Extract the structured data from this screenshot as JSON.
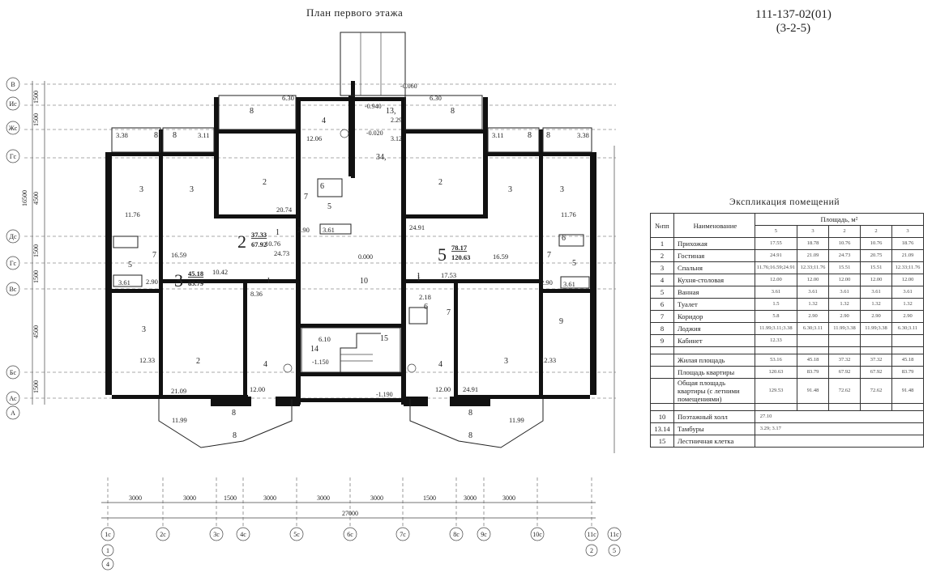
{
  "header": {
    "title": "План первого этажа",
    "series_line1": "111-137-02(01)",
    "series_line2": "(3-2-5)"
  },
  "plan": {
    "axis_rows": [
      "В",
      "Ис",
      "Жс",
      "Гс",
      "Дс",
      "Гс",
      "Вс",
      "Бс",
      "Ас",
      "А"
    ],
    "axis_cols": [
      "1с",
      "2с",
      "3с",
      "4с",
      "5с",
      "6с",
      "7с",
      "8с",
      "9с",
      "10с",
      "11с",
      "11с"
    ],
    "axis_bottom_circles": [
      "1",
      "4",
      "2",
      "5"
    ],
    "dims_vertical": [
      "1500",
      "1500",
      "4500",
      "16500",
      "1500",
      "1500",
      "4500",
      "1500"
    ],
    "dims_bottom": [
      "3000",
      "3000",
      "1500",
      "3000",
      "3000",
      "3000",
      "1500",
      "3000",
      "3000"
    ],
    "dim_total": "27000",
    "room_numbers": [
      {
        "id": "r8a",
        "t": "8"
      },
      {
        "id": "r4top",
        "t": "4"
      },
      {
        "id": "r13",
        "t": "13,"
      },
      {
        "id": "r8b",
        "t": "8"
      },
      {
        "id": "r8c",
        "t": "8"
      },
      {
        "id": "r8d",
        "t": "8"
      },
      {
        "id": "r8e",
        "t": "8"
      },
      {
        "id": "r8f",
        "t": "8"
      },
      {
        "id": "r3a",
        "t": "3"
      },
      {
        "id": "r3b",
        "t": "3"
      },
      {
        "id": "r2a",
        "t": "2"
      },
      {
        "id": "r7a",
        "t": "7"
      },
      {
        "id": "r6a",
        "t": "6"
      },
      {
        "id": "r5a",
        "t": "5"
      },
      {
        "id": "r34",
        "t": "34,"
      },
      {
        "id": "r2b",
        "t": "2"
      },
      {
        "id": "r3c",
        "t": "3"
      },
      {
        "id": "r3d",
        "t": "3"
      },
      {
        "id": "r1a",
        "t": "1"
      },
      {
        "id": "r1b",
        "t": "1"
      },
      {
        "id": "r5b",
        "t": "5"
      },
      {
        "id": "r7b",
        "t": "7"
      },
      {
        "id": "r6b",
        "t": "6"
      },
      {
        "id": "r7c",
        "t": "7"
      },
      {
        "id": "r5c",
        "t": "5"
      },
      {
        "id": "r1c",
        "t": "1"
      },
      {
        "id": "r10",
        "t": "10"
      },
      {
        "id": "r1d",
        "t": "1"
      },
      {
        "id": "r3e",
        "t": "3"
      },
      {
        "id": "r2c",
        "t": "2"
      },
      {
        "id": "r4a",
        "t": "4"
      },
      {
        "id": "r14",
        "t": "14"
      },
      {
        "id": "r15",
        "t": "15"
      },
      {
        "id": "r6c",
        "t": "6"
      },
      {
        "id": "r7d",
        "t": "7"
      },
      {
        "id": "r4b",
        "t": "4"
      },
      {
        "id": "r3f",
        "t": "3"
      },
      {
        "id": "r9",
        "t": "9"
      },
      {
        "id": "r8g",
        "t": "8"
      },
      {
        "id": "r8h",
        "t": "8"
      },
      {
        "id": "r8i",
        "t": "8"
      },
      {
        "id": "r8j",
        "t": "8"
      }
    ],
    "areas": [
      {
        "id": "a630l",
        "t": "6.30"
      },
      {
        "id": "a630r",
        "t": "6.30"
      },
      {
        "id": "a338l",
        "t": "3.38"
      },
      {
        "id": "a311l",
        "t": "3.11"
      },
      {
        "id": "a1206t",
        "t": "12.06"
      },
      {
        "id": "a311r",
        "t": "3.11"
      },
      {
        "id": "a338r",
        "t": "3.38"
      },
      {
        "id": "a1176l",
        "t": "11.76"
      },
      {
        "id": "a2074",
        "t": "20.74"
      },
      {
        "id": "a1176r",
        "t": "11.76"
      },
      {
        "id": "a2491t",
        "t": "24.91"
      },
      {
        "id": "a290a",
        "t": "2.90"
      },
      {
        "id": "a361a",
        "t": "3.61"
      },
      {
        "id": "a1659l",
        "t": "16.59"
      },
      {
        "id": "a1076",
        "t": "10.76"
      },
      {
        "id": "a2473",
        "t": "24.73"
      },
      {
        "id": "a1659r",
        "t": "16.59"
      },
      {
        "id": "a1042",
        "t": "10.42"
      },
      {
        "id": "a1753",
        "t": "17.53"
      },
      {
        "id": "a290b",
        "t": "2.90"
      },
      {
        "id": "a361b",
        "t": "3.61"
      },
      {
        "id": "a290c",
        "t": "2.90"
      },
      {
        "id": "a361c",
        "t": "3.61"
      },
      {
        "id": "a836",
        "t": "8.36"
      },
      {
        "id": "a218",
        "t": "2.18"
      },
      {
        "id": "a610",
        "t": "6.10"
      },
      {
        "id": "a1233l",
        "t": "12.33"
      },
      {
        "id": "a1233r",
        "t": "12.33"
      },
      {
        "id": "a2109",
        "t": "21.09"
      },
      {
        "id": "a1200a",
        "t": "12.00"
      },
      {
        "id": "a1200b",
        "t": "12.00"
      },
      {
        "id": "a2491b",
        "t": "24.91"
      },
      {
        "id": "a1199l",
        "t": "11.99"
      },
      {
        "id": "a1199r",
        "t": "11.99"
      }
    ],
    "levels": [
      {
        "id": "l0060",
        "t": "-0.060"
      },
      {
        "id": "l0940",
        "t": "-0.940"
      },
      {
        "id": "l0020",
        "t": "-0.020"
      },
      {
        "id": "l0000",
        "t": "0.000"
      },
      {
        "id": "l1150",
        "t": "-1.150"
      },
      {
        "id": "l1190",
        "t": "-1.190"
      },
      {
        "id": "l229",
        "t": "2.29"
      },
      {
        "id": "l312",
        "t": "3.12"
      }
    ],
    "apartments": [
      {
        "id": "apt2",
        "num": "2",
        "top": "37.33",
        "bottom": "67.92"
      },
      {
        "id": "apt3",
        "num": "3",
        "top": "45.18",
        "bottom": "83.79"
      },
      {
        "id": "apt5",
        "num": "5",
        "top": "78.17",
        "bottom": "120.63"
      }
    ]
  },
  "explication": {
    "title": "Экспликация помещений",
    "col_no": "№пп",
    "col_name": "Наименование",
    "col_area": "Площадь, м²",
    "room_counts": [
      "5",
      "3",
      "2",
      "2",
      "3"
    ],
    "rooms": [
      {
        "no": "1",
        "name": "Прихожая",
        "v": [
          "17.55",
          "18.78",
          "10.76",
          "10.76",
          "18.76"
        ]
      },
      {
        "no": "2",
        "name": "Гостиная",
        "v": [
          "24.91",
          "21.09",
          "24.73",
          "20.75",
          "21.09"
        ]
      },
      {
        "no": "3",
        "name": "Спальня",
        "v": [
          "11.76;16.59;24.91",
          "12.33;11.76",
          "15.51",
          "15.51",
          "12.33;11.76"
        ]
      },
      {
        "no": "4",
        "name": "Кухня-столовая",
        "v": [
          "12.00",
          "12.00",
          "12.00",
          "12.00",
          "12.00"
        ]
      },
      {
        "no": "5",
        "name": "Ванная",
        "v": [
          "3.61",
          "3.61",
          "3.61",
          "3.61",
          "3.61"
        ]
      },
      {
        "no": "6",
        "name": "Туалет",
        "v": [
          "1.5",
          "1.32",
          "1.32",
          "1.32",
          "1.32"
        ]
      },
      {
        "no": "7",
        "name": "Коридор",
        "v": [
          "5.8",
          "2.90",
          "2.90",
          "2.90",
          "2.90"
        ]
      },
      {
        "no": "8",
        "name": "Лоджия",
        "v": [
          "11.99;3.11;3.38",
          "6.30;3.11",
          "11.99;3.38",
          "11.99;3.38",
          "6.30;3.11"
        ]
      },
      {
        "no": "9",
        "name": "Кабинет",
        "v": [
          "12.33",
          "",
          "",
          "",
          ""
        ]
      }
    ],
    "totals": [
      {
        "name": "Жилая площадь",
        "v": [
          "53.16",
          "45.18",
          "37.32",
          "37.32",
          "45.18"
        ]
      },
      {
        "name": "Площадь квартиры",
        "v": [
          "120.63",
          "83.79",
          "67.92",
          "67.92",
          "83.79"
        ]
      },
      {
        "name": "Общая площадь квартиры (с летними помещениями)",
        "v": [
          "129.53",
          "91.48",
          "72.62",
          "72.62",
          "91.48"
        ]
      }
    ],
    "common": [
      {
        "no": "10",
        "name": "Поэтажный холл",
        "v": "27.10"
      },
      {
        "no": "13.14",
        "name": "Тамбуры",
        "v": "3.29; 3.17"
      },
      {
        "no": "15",
        "name": "Лестничная клетка",
        "v": ""
      }
    ]
  }
}
